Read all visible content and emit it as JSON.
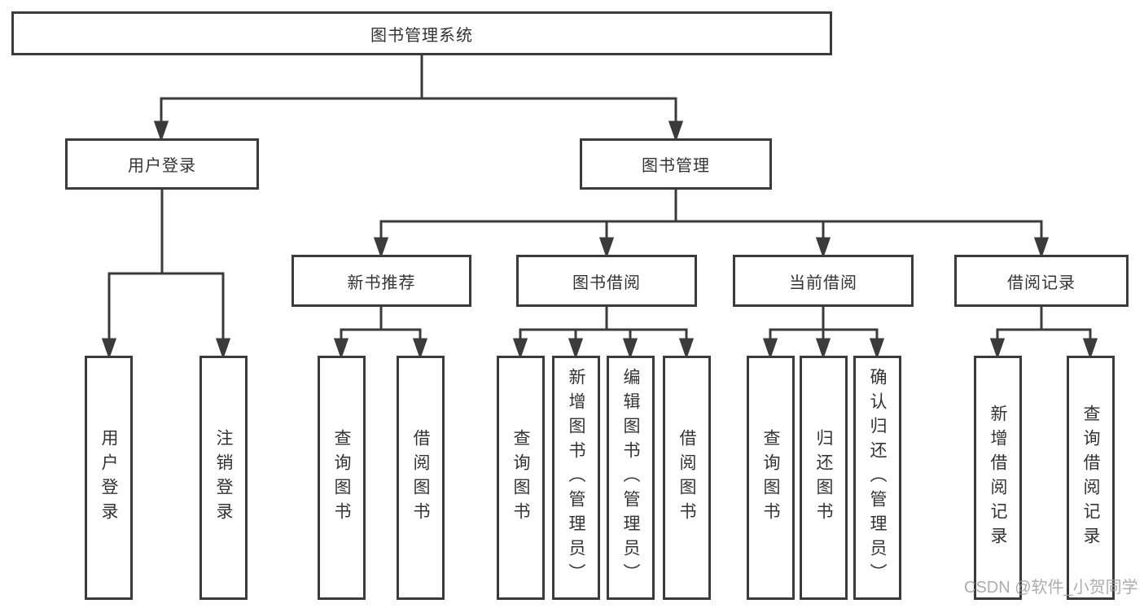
{
  "diagram": {
    "root": {
      "label": "图书管理系统"
    },
    "level2": [
      {
        "label": "用户登录"
      },
      {
        "label": "图书管理"
      }
    ],
    "level3": [
      {
        "label": "新书推荐"
      },
      {
        "label": "图书借阅"
      },
      {
        "label": "当前借阅"
      },
      {
        "label": "借阅记录"
      }
    ],
    "leaves": [
      {
        "label": "用户登录"
      },
      {
        "label": "注销登录"
      },
      {
        "label": "查询图书"
      },
      {
        "label": "借阅图书"
      },
      {
        "label": "查询图书"
      },
      {
        "label": "新增图书（管理员）"
      },
      {
        "label": "编辑图书（管理员）"
      },
      {
        "label": "借阅图书"
      },
      {
        "label": "查询图书"
      },
      {
        "label": "归还图书"
      },
      {
        "label": "确认归还（管理员）"
      },
      {
        "label": "新增借阅记录"
      },
      {
        "label": "查询借阅记录"
      }
    ],
    "watermark": "CSDN @软件_小贺同学",
    "colors": {
      "line": "#3b3b3b",
      "text": "#333333",
      "watermark": "#9e9e9e",
      "background": "#ffffff"
    }
  }
}
